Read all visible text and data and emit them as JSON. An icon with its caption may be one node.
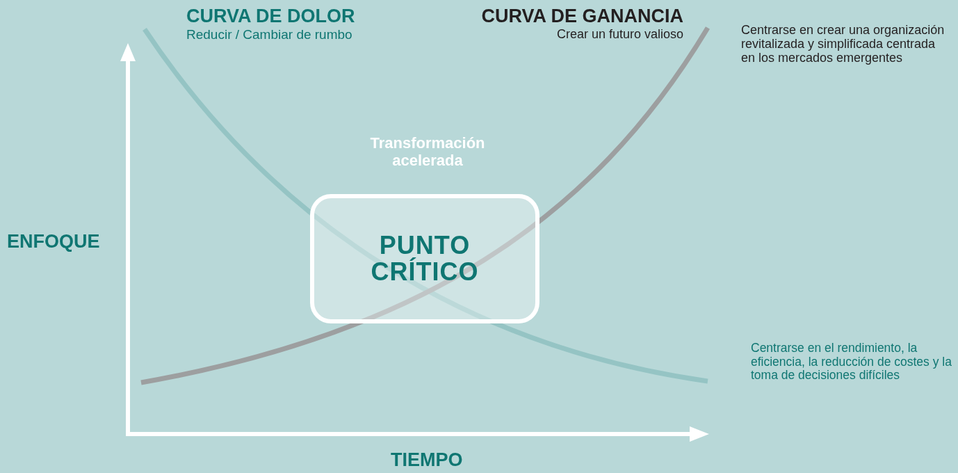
{
  "diagram": {
    "nodes": [
      {
        "text": [
          "PUNTO CRÍTICO"
        ]
      }
    ],
    "labels": [
      "CURVA DE DOLOR",
      "Reducir / Cambiar de rumbo",
      "CURVA DE GANANCIA",
      "Crear un futuro valioso",
      "Centrarse en crear una organización revitalizada y simplificada centrada en los mercados emergentes",
      "Transformación acelerada",
      "ENFOQUE",
      "Centrarse en el rendimiento, la eficiencia, la reducción de costes y la toma de decisiones difíciles",
      "TIEMPO"
    ]
  }
}
